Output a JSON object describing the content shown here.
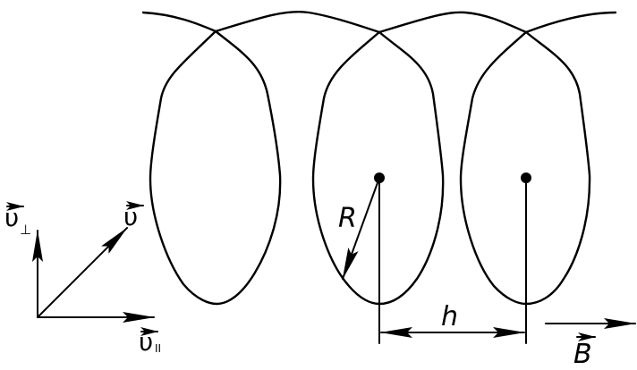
{
  "labels": {
    "radius": "R",
    "pitch": "h",
    "velocity": "υ",
    "velocity_perp": "υ",
    "velocity_perp_sub": "⊥",
    "velocity_par": "υ",
    "velocity_par_sub": "II",
    "field": "B"
  },
  "colors": {
    "ink": "#000000",
    "background": "#ffffff"
  }
}
